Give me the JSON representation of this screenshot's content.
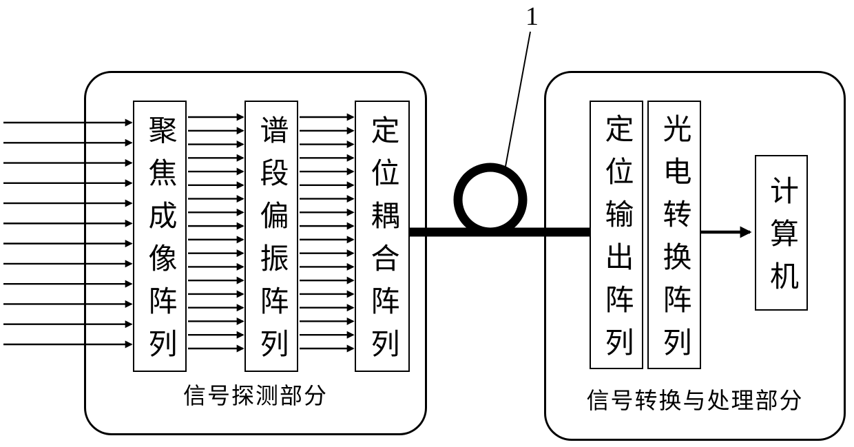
{
  "figure_label": "1",
  "left_section": {
    "title": "信号探测部分",
    "boxes": [
      {
        "label": "聚焦成像阵列"
      },
      {
        "label": "谱段偏振阵列"
      },
      {
        "label": "定位耦合阵列"
      }
    ]
  },
  "right_section": {
    "title": "信号转换与处理部分",
    "boxes": [
      {
        "label": "定位输出阵列"
      },
      {
        "label": "光电转换阵列"
      }
    ],
    "computer_label": "计算机"
  },
  "diagram": {
    "input_arrow_count": 12,
    "stage1_arrow_count": 18,
    "stage2_arrow_count": 18
  }
}
